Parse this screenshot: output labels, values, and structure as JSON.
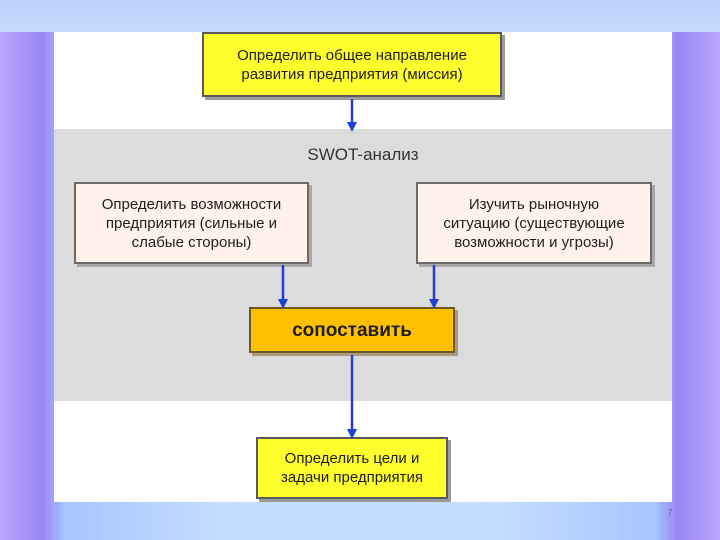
{
  "diagram": {
    "mission_box": "Определить общее направление\nразвития предприятия (миссия)",
    "swot_title": "SWOT-анализ",
    "strengths_box": "Определить возможности\nпредприятия (сильные и\nслабые стороны)",
    "market_box": "Изучить рыночную\nситуацию (существующие\nвозможности и угрозы)",
    "compare_box": "сопоставить",
    "goals_box": "Определить цели и\nзадачи предприятия"
  },
  "slide": {
    "page_number": "7"
  },
  "colors": {
    "yellow_box": "#ffff2e",
    "pink_box": "#fff2ea",
    "orange_box": "#ffc000",
    "band": "#dcdcdc",
    "arrow": "#1f3fd6"
  }
}
